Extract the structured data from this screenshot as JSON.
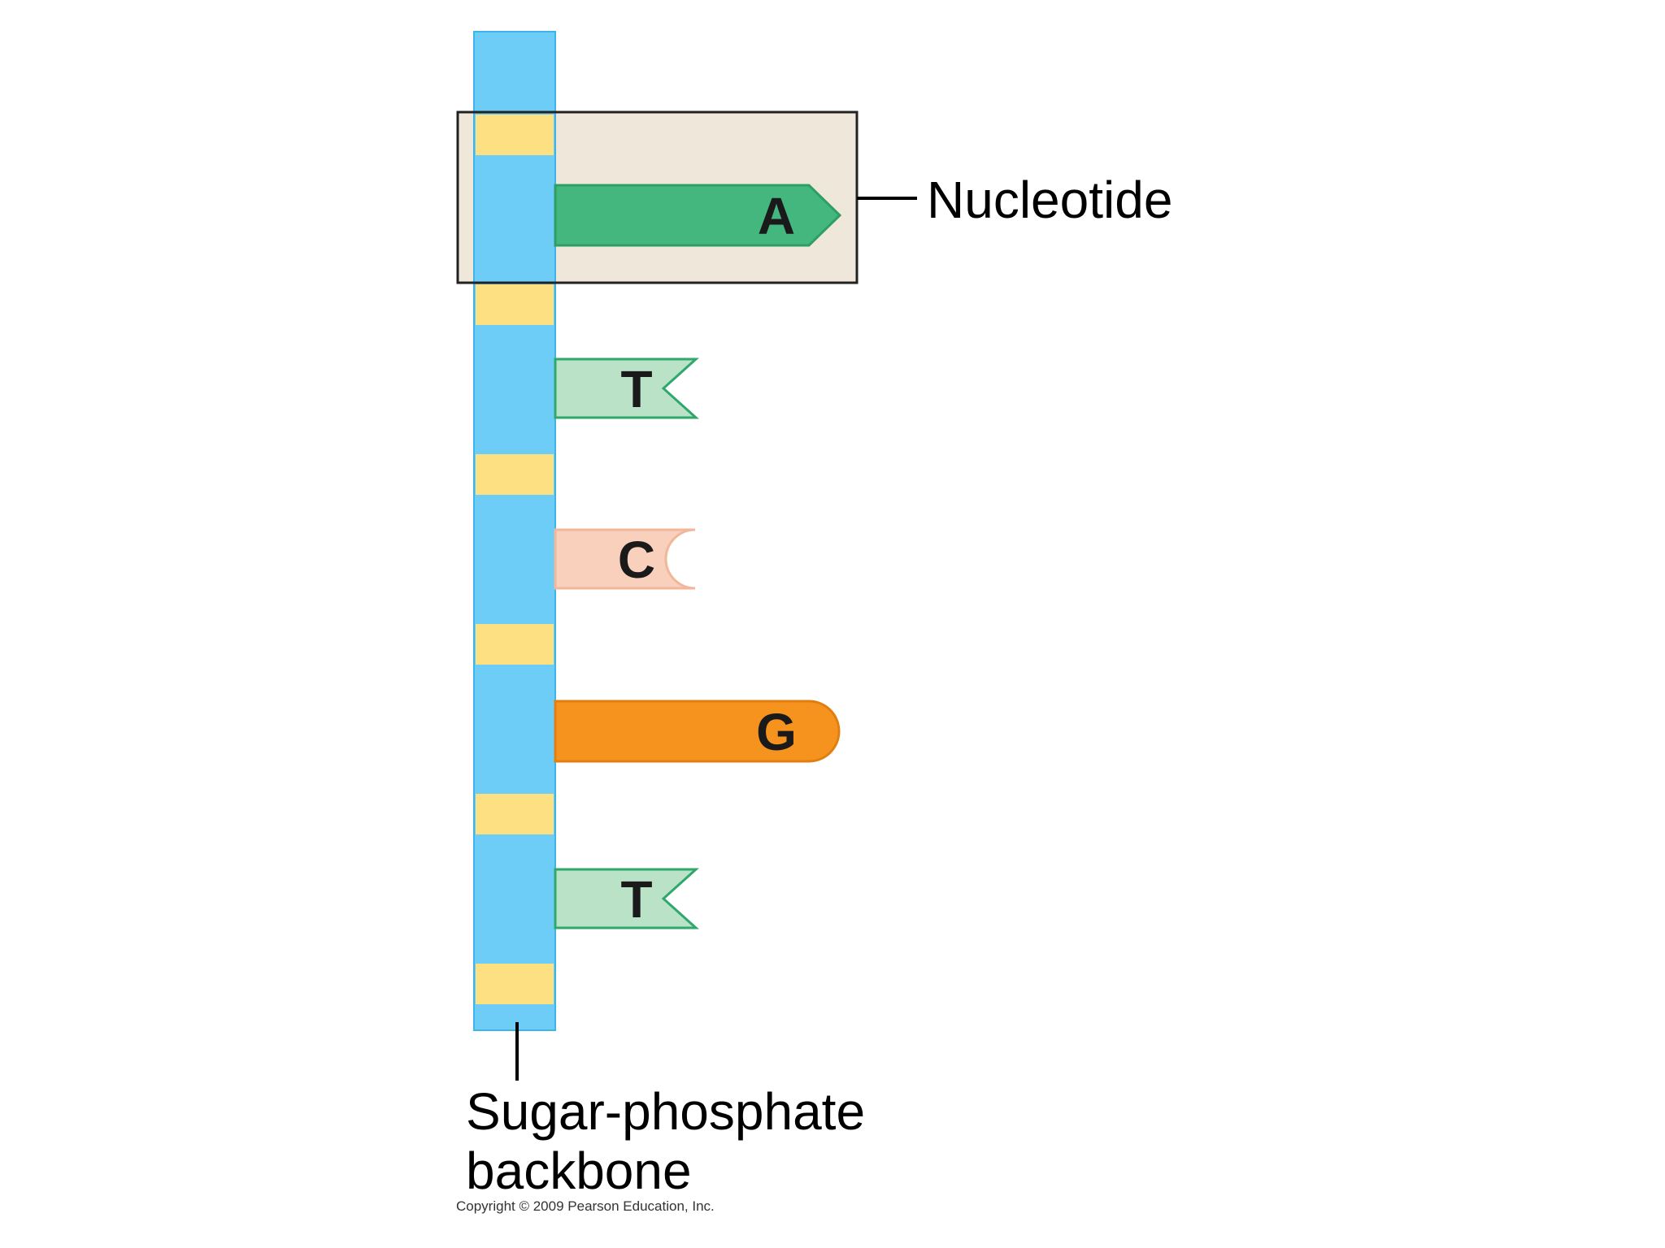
{
  "diagram": {
    "bases": [
      {
        "letter": "A",
        "shape": "arrow",
        "fill": "#43b77d",
        "stroke": "#2e9e67"
      },
      {
        "letter": "T",
        "shape": "notch",
        "fill": "#b9e2c6",
        "stroke": "#2ea86b"
      },
      {
        "letter": "C",
        "shape": "concave",
        "fill": "#f9d0bb",
        "stroke": "#f0b79a"
      },
      {
        "letter": "G",
        "shape": "rounded",
        "fill": "#f6921e",
        "stroke": "#e07f10"
      },
      {
        "letter": "T",
        "shape": "notch",
        "fill": "#b9e2c6",
        "stroke": "#2ea86b"
      }
    ],
    "labels": {
      "nucleotide": "Nucleotide",
      "backbone_line1": "Sugar-phosphate",
      "backbone_line2": "backbone"
    },
    "copyright": "Copyright © 2009 Pearson Education, Inc.",
    "colors": {
      "backbone_blue": "#6dcdf6",
      "backbone_edge": "#3db4ea",
      "sugar_yellow": "#fde081",
      "highlight_box": "#efe8da"
    }
  }
}
